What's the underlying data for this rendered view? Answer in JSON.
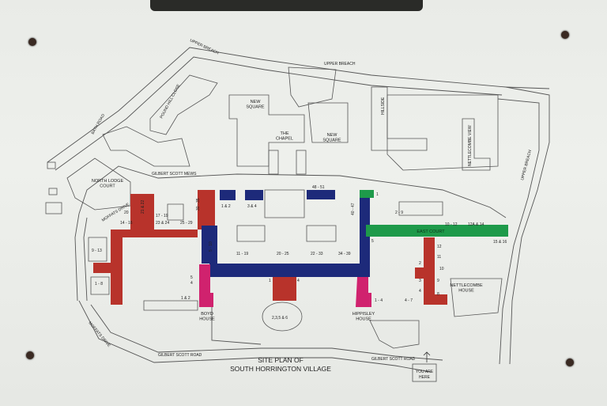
{
  "title": {
    "line1": "SITE PLAN OF",
    "line2": "SOUTH HORRINGTON VILLAGE"
  },
  "you_are_here": {
    "line1": "YOU ARE",
    "line2": "HERE"
  },
  "roads": {
    "upper_breach_1": "UPPER BREACH",
    "upper_breach_2": "UPPER BREACH",
    "upper_breach_3": "UPPER BREACH",
    "bath_road": "BATH ROAD",
    "pound_hill_close": "POUND HILL CLOSE",
    "hillside": "HILLSIDE",
    "nettlecombe_view": "NETTLECOMBE VIEW",
    "gilbert_scott_mews": "GILBERT SCOTT MEWS",
    "moffats_drive_1": "MOFFATS DRIVE",
    "moffats_drive_2": "MOFFATS DRIVE",
    "gilbert_scott_road_1": "GILBERT SCOTT ROAD",
    "gilbert_scott_road_2": "GILBERT SCOTT ROAD"
  },
  "places": {
    "new_square_1": "NEW\nSQUARE",
    "new_square_2": "NEW\nSQUARE",
    "the_chapel": "THE\nCHAPEL",
    "north_lodge_court": "NORTH LODGE\nCOURT",
    "east_court": "EAST COURT",
    "nettlecombe_house": "NETTLECOMBE\nHOUSE",
    "boyd_house": "BOYD\nHOUSE",
    "hippisley_house": "HIPPISLEY\nHOUSE"
  },
  "numbers": {
    "n20": "20",
    "n21_22": "21 & 22",
    "n17_19": "17 - 19",
    "n23_24": "23 & 24",
    "n14_16": "14 - 16",
    "n25_29": "25 - 29",
    "n30_35": "30 - 35",
    "n1_2a": "1 & 2",
    "n3_4": "3 & 4",
    "n48_51": "48 - 51",
    "n1g": "1",
    "n40_47": "40 - 47",
    "n2_9": "2 - 9",
    "n10_12": "10 - 12",
    "n12a_14": "12A & 14",
    "n15_16": "15 & 16",
    "n9_13": "9 - 13",
    "n1_8": "1 - 8",
    "n5_10": "5 - 10",
    "n11_19": "11 - 19",
    "n20_25": "20 - 25",
    "n22_33": "22 - 33",
    "n34_39": "34 - 39",
    "n5": "5",
    "n12": "12",
    "n11": "11",
    "n2": "2",
    "n10": "10",
    "n3": "3",
    "n9": "9",
    "n4": "4",
    "n8": "8",
    "n4_7": "4 - 7",
    "n1_4": "1 - 4",
    "n5b": "5",
    "n4b": "4",
    "n1_2b": "1 & 2",
    "n1c": "1",
    "n4c": "4",
    "n235_6": "2,3,5 & 6"
  },
  "colors": {
    "red": "#b8332b",
    "blue": "#1d2a7a",
    "green": "#1e9a4a",
    "magenta": "#d0226e",
    "bolt": "#3a2a22"
  }
}
